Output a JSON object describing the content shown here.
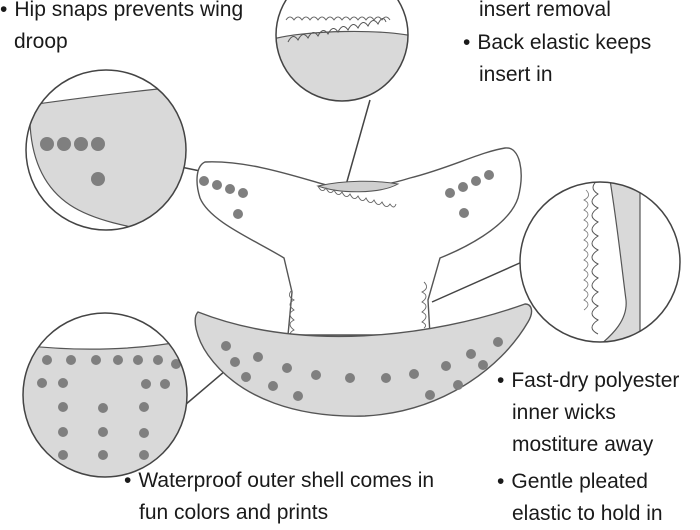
{
  "annotations": {
    "hip_snaps": [
      "Hip snaps prevents wing",
      "droop"
    ],
    "insert": [
      "insert removal"
    ],
    "back_elastic": [
      "Back elastic keeps",
      "insert in"
    ],
    "fast_dry": [
      "Fast-dry polyester",
      "inner wicks",
      "mostiture away"
    ],
    "pleated": [
      "Gentle pleated",
      "elastic to hold in"
    ],
    "waterproof": [
      "Waterproof outer shell comes in",
      "fun colors and prints"
    ]
  },
  "colors": {
    "shell_gray": "#d9d9d9",
    "snap_gray": "#7f7f7f",
    "outline": "#555555"
  }
}
